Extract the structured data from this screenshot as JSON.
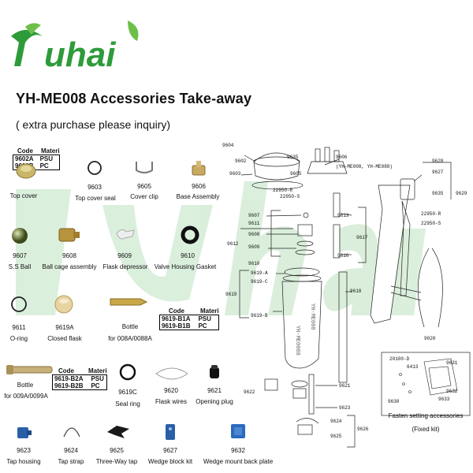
{
  "brand": {
    "logo_text": "uhai"
  },
  "title": "YH-ME008 Accessories  Take-away",
  "subtitle": "( extra purchase please inquiry)",
  "code_tables": {
    "headers": [
      "Code",
      "Materi"
    ],
    "top_cover": [
      [
        "9602A",
        "PSU"
      ],
      [
        "9602B",
        "PC"
      ]
    ],
    "bottle_008": [
      [
        "9619-B1A",
        "PSU"
      ],
      [
        "9619-B1B",
        "PC"
      ]
    ],
    "bottle_009": [
      [
        "9619-B2A",
        "PSU"
      ],
      [
        "9619-B2B",
        "PC"
      ]
    ]
  },
  "parts": {
    "top_cover": {
      "label": "Top cover"
    },
    "p9603": {
      "code": "9603",
      "label": "Top cover seal"
    },
    "p9605": {
      "code": "9605",
      "label": "Cover clip"
    },
    "p9606": {
      "code": "9606",
      "label": "Base Assembly"
    },
    "p9607": {
      "code": "9607",
      "label": "S.S Ball"
    },
    "p9608": {
      "code": "9608",
      "label": "Ball cage assembly"
    },
    "p9609": {
      "code": "9609",
      "label": "Flask depressor"
    },
    "p9610": {
      "code": "9610",
      "label": "Valve Housing Gasket"
    },
    "p9611": {
      "code": "9611",
      "label": "O-ring"
    },
    "p9619a": {
      "code": "9619A",
      "label": "Closed flask"
    },
    "bottle_008": {
      "label": "Bottle",
      "label2": "for 008A/0088A"
    },
    "bottle_009": {
      "label": "Bottle",
      "label2": "for 009A/0099A"
    },
    "p9619c": {
      "code": "9619C",
      "label": "Seal ring"
    },
    "p9620": {
      "code": "9620",
      "label": "Flask wires"
    },
    "p9621": {
      "code": "9621",
      "label": "Opening plug"
    },
    "p9623": {
      "code": "9623",
      "label": "Tap housing"
    },
    "p9624": {
      "code": "9624",
      "label": "Tap strap"
    },
    "p9625": {
      "code": "9625",
      "label": "Three-Way tap"
    },
    "p9627": {
      "code": "9627",
      "label": "Wedge block kit"
    },
    "p9632": {
      "code": "9632",
      "label": "Wedge mount back plate"
    }
  },
  "diagram": {
    "callouts": {
      "c9604": "9604",
      "c9602": "9602",
      "c9603": "9603",
      "c9635a": "9635",
      "c9606": "9606",
      "c_model": "(YH-ME008, YH-ME088)",
      "c9605": "9605",
      "c22950r_a": "22950-R",
      "c22950s_a": "22950-S",
      "c9628": "9628",
      "c9627": "9627",
      "c9635b": "9635",
      "c9629": "9629",
      "c22950r_b": "22950-R",
      "c22950s_b": "22950-S",
      "c9607": "9607",
      "c9611": "9611",
      "c9608": "9608",
      "c9609": "9609",
      "c9610": "9610",
      "c9612": "9612",
      "c9613": "9613",
      "c9617": "9617",
      "c9616": "9616",
      "c9619a": "9619-A",
      "c9619c": "9619-C",
      "c9619": "9619",
      "c9619b": "9619-B",
      "c9618": "9618",
      "c9020": "9020",
      "c9622": "9622",
      "c9621": "9621",
      "c9623": "9623",
      "c9624": "9624",
      "c9625": "9625",
      "c9626": "9626",
      "bottle_text1": "YH-ME008",
      "bottle_text2": "YH-ME0088",
      "c20100": "20100-D",
      "c6413": "6413",
      "c9631": "9631",
      "c9630": "9630",
      "c9632": "9632",
      "c9633": "9633"
    },
    "fasten_title": "Fasten setting accessories",
    "fasten_sub": "(Fixed kit)"
  }
}
